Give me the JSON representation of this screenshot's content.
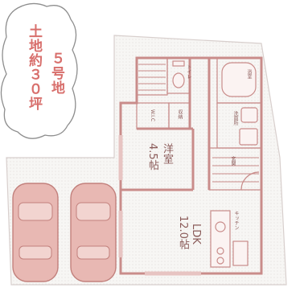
{
  "badge": {
    "lot_number": "５号地",
    "area": "土地約３０坪"
  },
  "rooms": {
    "western": {
      "name": "洋室",
      "size": "4.5帖"
    },
    "ldk": {
      "name": "LDK",
      "size": "12.0帖"
    }
  },
  "small_labels": {
    "bath": "浴室",
    "washroom": "洗面所",
    "toilet": "トイレ",
    "closet": "W.I.C",
    "storage": "収納",
    "entrance": "玄関",
    "kitchen": "キッチン"
  },
  "colors": {
    "wall": "#c98c8a",
    "badge_text": "#d86f6c",
    "car": "#e8b8b3"
  }
}
